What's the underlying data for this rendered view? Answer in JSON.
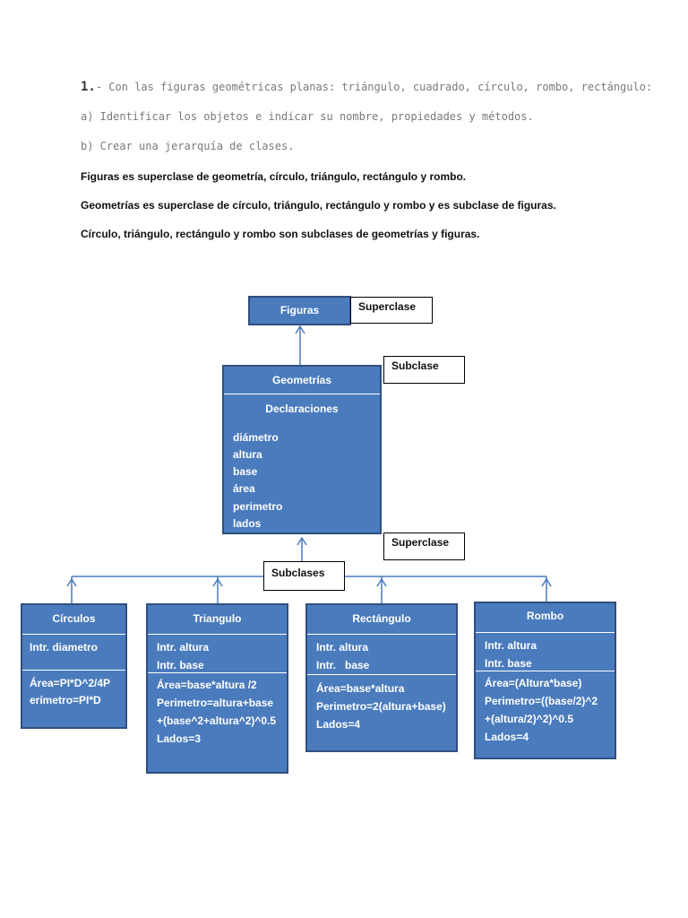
{
  "text": {
    "q_num": "1.",
    "q_line": "- Con las figuras geométricas planas: triángulo, cuadrado, círculo, rombo, rectángulo:",
    "item_a": "a) Identificar los objetos e indicar su nombre, propiedades y métodos.",
    "item_b": "b) Crear una jerarquía de clases.",
    "stmt1": "Figuras es superclase de geometría, círculo, triángulo, rectángulo y rombo.",
    "stmt2": "Geometrías es superclase de círculo, triángulo, rectángulo y rombo y es subclase de figuras.",
    "stmt3": "Círculo, triángulo, rectángulo y rombo son subclases de geometrías  y figuras."
  },
  "labels": {
    "superclase_top": "Superclase",
    "subclase": "Subclase",
    "superclase_mid": "Superclase",
    "subclases": "Subclases"
  },
  "figuras": {
    "title": "Figuras"
  },
  "geometrias": {
    "title": "Geometrías",
    "section": "Declaraciones",
    "items": [
      "diámetro",
      "altura",
      "base",
      "área",
      "perimetro",
      "lados"
    ]
  },
  "circulos": {
    "title": "Círculos",
    "attrs": [
      "Intr. diametro"
    ],
    "methods": [
      "Área=PI*D^2/4P",
      "erímetro=PI*D"
    ]
  },
  "triangulo": {
    "title": "Triangulo",
    "attrs": [
      "Intr. altura",
      "Intr. base"
    ],
    "methods": [
      "Área=base*altura /2",
      "Perimetro=altura+base",
      "+(base^2+altura^2)^0.5",
      "Lados=3"
    ]
  },
  "rectangulo": {
    "title": "Rectángulo",
    "attrs": [
      "Intr. altura",
      "Intr.   base"
    ],
    "methods": [
      "Área=base*altura",
      "Perimetro=2(altura+base)",
      "Lados=4"
    ]
  },
  "rombo": {
    "title": "Rombo",
    "attrs": [
      "Intr. altura",
      "Intr. base"
    ],
    "methods": [
      "Área=(Altura*base)",
      "Perimetro=((base/2)^2",
      "+(altura/2)^2)^0.5",
      "Lados=4"
    ]
  }
}
